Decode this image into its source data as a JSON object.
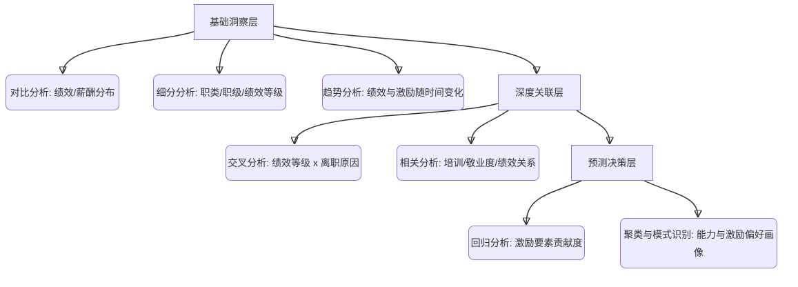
{
  "diagram": {
    "type": "flowchart",
    "direction": "top-down",
    "colors": {
      "background": "#ffffff",
      "node_fill": "#ECECFF",
      "node_border": "#9370DB",
      "node_text": "#333333",
      "edge_line": "#333333"
    },
    "nodes": [
      {
        "id": "basic-insight-layer",
        "label": "基础洞察层",
        "shape": "rect"
      },
      {
        "id": "comparison-analysis",
        "label": "对比分析: 绩效/薪酬分布",
        "shape": "rounded"
      },
      {
        "id": "segmentation-analysis",
        "label": "细分分析: 职类/职级/绩效等级",
        "shape": "rounded"
      },
      {
        "id": "trend-analysis",
        "label": "趋势分析: 绩效与激励随时间变化",
        "shape": "rounded"
      },
      {
        "id": "deep-correlation-layer",
        "label": "深度关联层",
        "shape": "rect"
      },
      {
        "id": "cross-analysis",
        "label": "交叉分析: 绩效等级 x 离职原因",
        "shape": "rounded"
      },
      {
        "id": "correlation-analysis",
        "label": "相关分析: 培训/敬业度/绩效关系",
        "shape": "rounded"
      },
      {
        "id": "prediction-decision-layer",
        "label": "预测决策层",
        "shape": "rect"
      },
      {
        "id": "regression-analysis",
        "label": "回归分析: 激励要素贡献度",
        "shape": "rounded"
      },
      {
        "id": "clustering-pattern-recognition",
        "label": "聚类与模式识别: 能力与激励偏好画像",
        "shape": "rounded"
      }
    ],
    "edges": [
      {
        "from": "basic-insight-layer",
        "to": "comparison-analysis"
      },
      {
        "from": "basic-insight-layer",
        "to": "segmentation-analysis"
      },
      {
        "from": "basic-insight-layer",
        "to": "trend-analysis"
      },
      {
        "from": "basic-insight-layer",
        "to": "deep-correlation-layer"
      },
      {
        "from": "deep-correlation-layer",
        "to": "cross-analysis"
      },
      {
        "from": "deep-correlation-layer",
        "to": "correlation-analysis"
      },
      {
        "from": "deep-correlation-layer",
        "to": "prediction-decision-layer"
      },
      {
        "from": "prediction-decision-layer",
        "to": "regression-analysis"
      },
      {
        "from": "prediction-decision-layer",
        "to": "clustering-pattern-recognition"
      }
    ]
  }
}
